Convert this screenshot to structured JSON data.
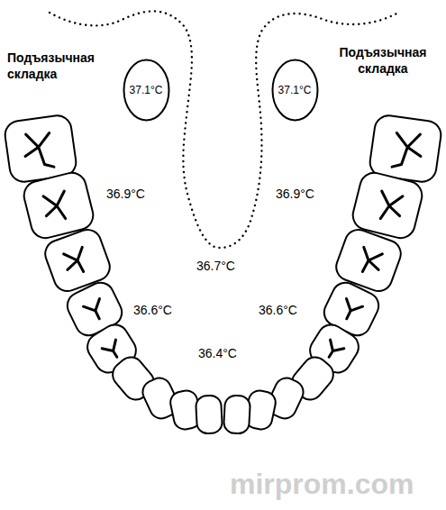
{
  "diagram": {
    "nodes": [
      {
        "text": [
          "37.1°C"
        ]
      },
      {
        "text": [
          "37.1°C"
        ]
      }
    ],
    "labels": [
      "Подъязычная складка",
      "Подъязычная складка",
      "36.9°C",
      "36.9°C",
      "36.7°C",
      "36.6°C",
      "36.6°C",
      "36.4°C",
      "mirprom.com"
    ]
  }
}
